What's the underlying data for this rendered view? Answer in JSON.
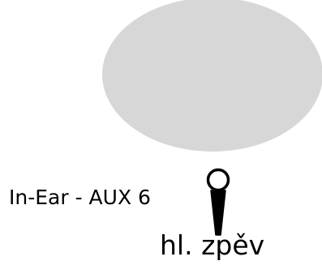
{
  "stage_diagram": {
    "labels": {
      "monitor": "In-Ear - AUX 6",
      "singer": "hl. zpěv"
    },
    "icons": {
      "area": "performer-area-ellipse",
      "mic": "handheld-microphone-icon"
    },
    "colors": {
      "background": "#ffffff",
      "area_fill": "#d7d7d7",
      "ink": "#000000"
    }
  }
}
